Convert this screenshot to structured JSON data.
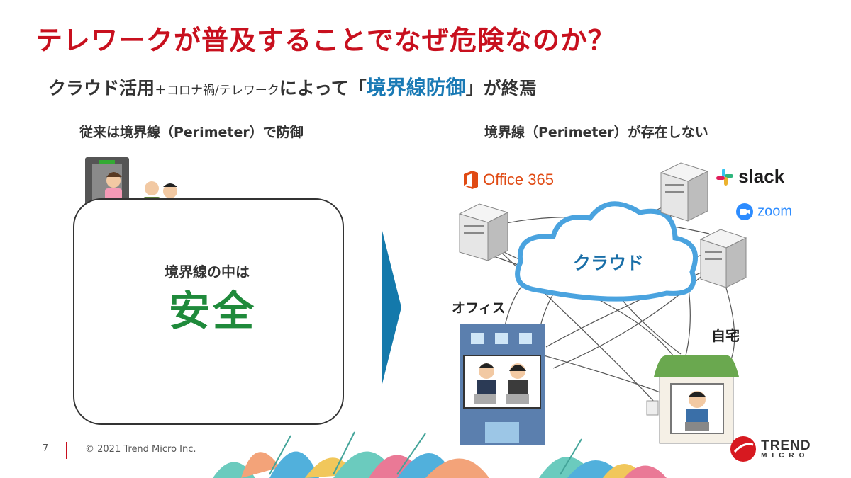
{
  "slide": {
    "title": "テレワークが普及することでなぜ危険なのか？",
    "subtitle": {
      "part1": "クラウド活用",
      "part2": "＋コロナ禍/テレワーク",
      "part3": "によって「",
      "highlight": "境界線防御",
      "part4": "」が終焉"
    }
  },
  "left_panel": {
    "heading": "従来は境界線（Perimeter）で防御",
    "inside_label": "境界線の中は",
    "safe_word": "安全"
  },
  "right_panel": {
    "heading": "境界線（Perimeter）が存在しない",
    "cloud_label": "クラウド",
    "office_label": "オフィス",
    "home_label": "自宅",
    "services": {
      "office365": "Office 365",
      "slack": "slack",
      "zoom": "zoom"
    }
  },
  "footer": {
    "page_number": "7",
    "copyright": "© 2021 Trend Micro Inc.",
    "logo_top": "TREND",
    "logo_bottom": "MICRO"
  },
  "colors": {
    "title_red": "#c8101e",
    "accent_blue": "#1a7ab5",
    "safe_green": "#1f8a3b",
    "cloud_blue": "#4aa3df",
    "arrow_blue": "#1479ab"
  }
}
